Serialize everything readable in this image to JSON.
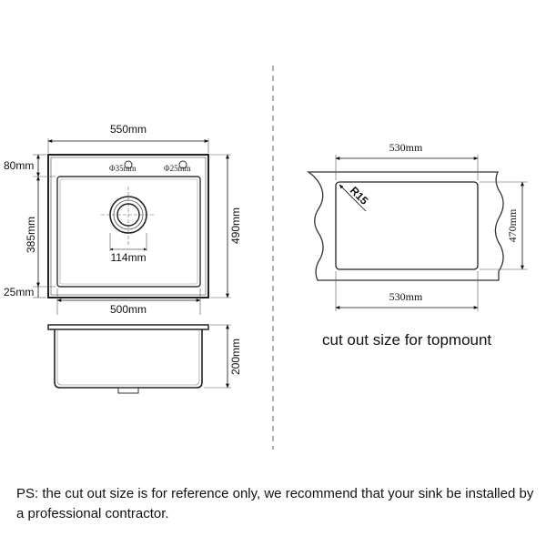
{
  "sink": {
    "width_label": "550mm",
    "height_label": "490mm",
    "top_margin_label": "80mm",
    "bowl_depth_label": "385mm",
    "bottom_margin_label": "25mm",
    "bowl_width_label": "500mm",
    "drain_label": "114mm",
    "hole_left_label": "Φ35mm",
    "hole_right_label": "Φ25mm",
    "depth_label": "200mm"
  },
  "cutout": {
    "top_label": "530mm",
    "bottom_label": "530mm",
    "height_label": "470mm",
    "radius_label": "R15",
    "caption": "cut out size for topmount"
  },
  "note": "PS: the cut out size is for reference only, we recommend that your sink be installed by a professional contractor."
}
